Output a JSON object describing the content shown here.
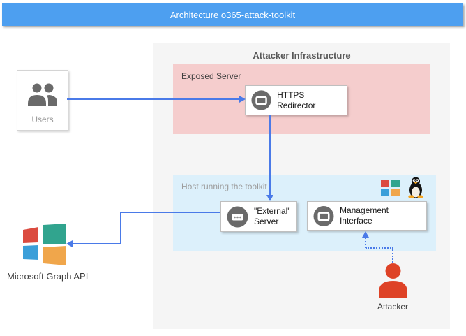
{
  "banner": {
    "title": "Architecture o365-attack-toolkit",
    "bg_color": "#4D9FF0"
  },
  "infrastructure": {
    "title": "Attacker Infrastructure",
    "bg_color": "#F5F5F5",
    "exposed_server": {
      "label": "Exposed Server",
      "bg_color": "#F5CDCD",
      "node": {
        "label": "HTTPS Redirector",
        "icon": "app-window-icon"
      }
    },
    "host": {
      "label": "Host running the toolkit",
      "bg_color": "#DCF0FB",
      "os_icons": [
        "windows-logo",
        "linux-tux"
      ],
      "nodes": {
        "external_server": {
          "line1": "\"External\"",
          "line2": "Server",
          "icon": "ellipsis-window-icon"
        },
        "management": {
          "label": "Management Interface",
          "icon": "app-window-icon"
        }
      }
    }
  },
  "users": {
    "label": "Users",
    "icon": "users-icon"
  },
  "graph_api": {
    "label": "Microsoft Graph API",
    "icon": "microsoft-logo",
    "logo_colors": {
      "red": "#DB4B40",
      "teal": "#31A48E",
      "blue": "#3B9FD9",
      "orange": "#F0A64B"
    }
  },
  "attacker": {
    "label": "Attacker",
    "icon": "person-icon",
    "color": "#DE4226"
  },
  "connections": [
    {
      "from": "Users",
      "to": "HTTPS Redirector",
      "style": "solid"
    },
    {
      "from": "HTTPS Redirector",
      "to": "\"External\" Server",
      "style": "solid"
    },
    {
      "from": "\"External\" Server",
      "to": "Microsoft Graph API",
      "style": "solid"
    },
    {
      "from": "Attacker",
      "to": "Management Interface",
      "style": "dotted"
    }
  ],
  "colors": {
    "arrow": "#4A7AE8",
    "node_icon_gray": "#6A6A6A"
  }
}
